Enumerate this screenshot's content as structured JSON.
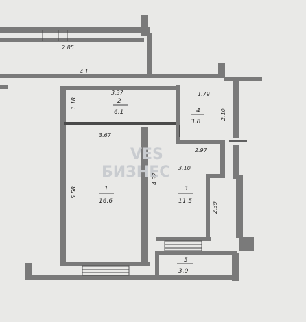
{
  "watermark": {
    "line1": "VES",
    "line2": "БИЗНЕС"
  },
  "rooms": [
    {
      "number": "1",
      "area": "16.6"
    },
    {
      "number": "2",
      "area": "6.1"
    },
    {
      "number": "3",
      "area": "11.5"
    },
    {
      "number": "4",
      "area": "3.8"
    },
    {
      "number": "5",
      "area": "3.0"
    }
  ],
  "dimensions": {
    "top_corridor": "2.85",
    "hall_width": "3.37",
    "hall_height": "1.18",
    "bath_width": "1.79",
    "bath_height": "2.10",
    "room1_width": "3.67",
    "room1_height": "5.58",
    "room3_width": "3.10",
    "room3_left": "4.32",
    "room3_top": "2.97",
    "room3_right": "2.39",
    "tick_top": "4.1"
  }
}
